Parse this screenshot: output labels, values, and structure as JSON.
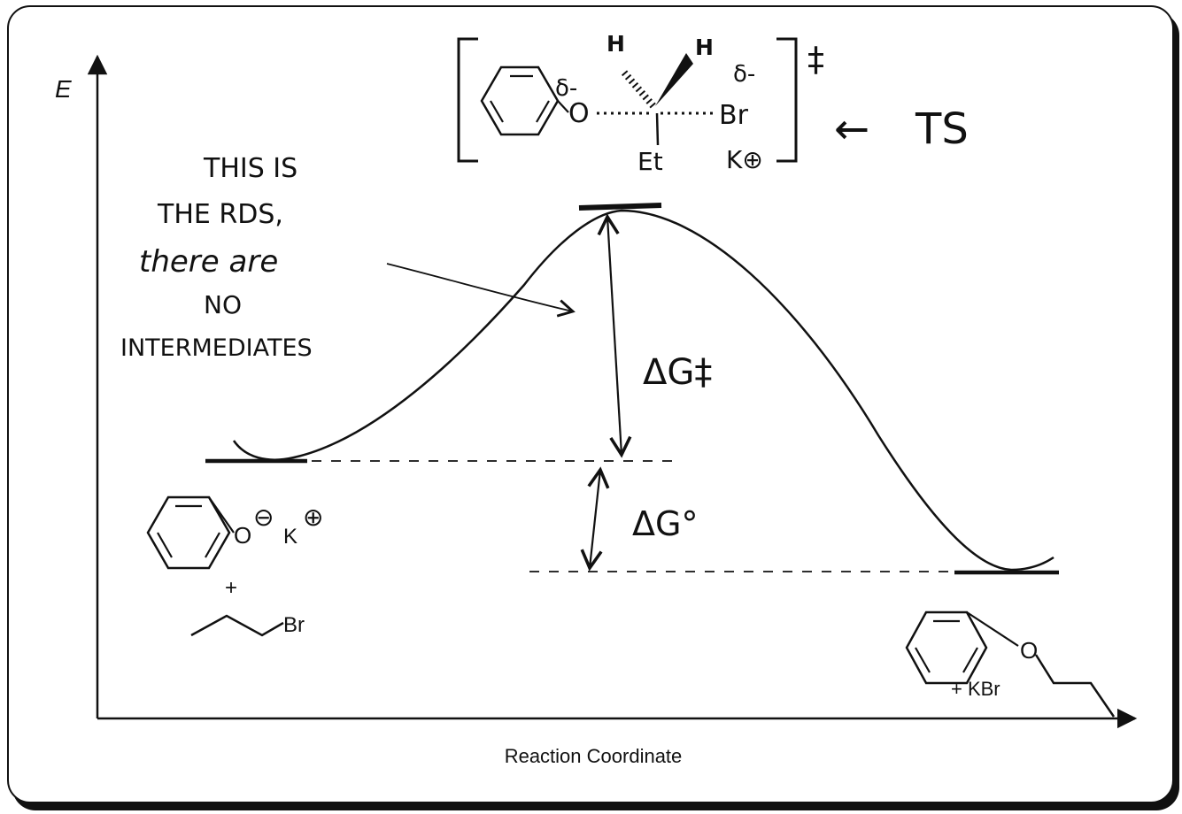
{
  "axes": {
    "y_label": "E",
    "x_label": "Reaction Coordinate"
  },
  "transition_state": {
    "label": "TS",
    "double_dagger": "‡",
    "delta_minus_o": "δ-",
    "delta_minus_br": "δ-",
    "oxygen": "O",
    "h_left": "H",
    "h_right": "H",
    "br": "Br",
    "et": "Et",
    "k_plus": "K⊕",
    "arrow": "←"
  },
  "annotation": {
    "line1": "THIS IS",
    "line2": "THE RDS,",
    "line3": "there are",
    "line4": "NO",
    "line5": "INTERMEDIATES"
  },
  "energy_labels": {
    "activation": "ΔG‡",
    "reaction": "ΔG°"
  },
  "reactants": {
    "phenoxide_o": "O",
    "charge_minus": "⊖",
    "k": "K",
    "charge_plus": "⊕",
    "plus": "+",
    "bromide": "Br"
  },
  "products": {
    "ether_o": "O",
    "byproduct": "+ KBr"
  },
  "colors": {
    "ink": "#111111",
    "background": "#ffffff"
  }
}
